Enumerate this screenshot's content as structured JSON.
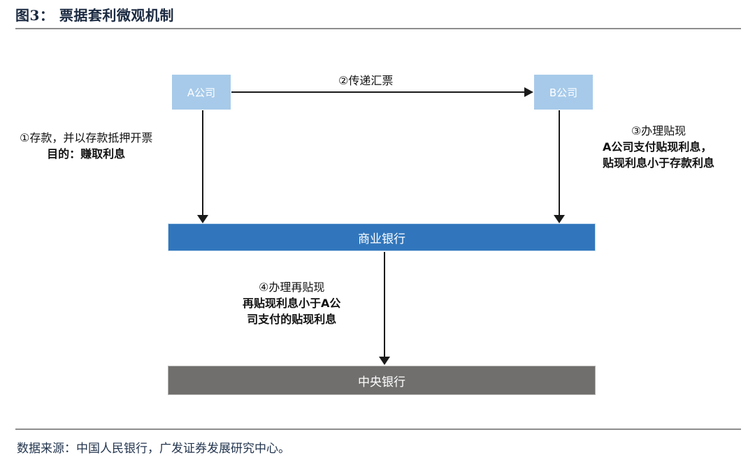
{
  "figure": {
    "title": "图3： 票据套利微观机制",
    "source": "数据来源：中国人民银行，广发证券发展研究中心。"
  },
  "colors": {
    "company_box": "#a7caea",
    "commercial_bank_bar": "#3176bc",
    "central_bank_bar": "#706f6e",
    "connector": "#1a1a1a",
    "title_text": "#1b2a41",
    "rule": "#8d8d8d"
  },
  "nodes": {
    "company_a": "A公司",
    "company_b": "B公司",
    "commercial_bank": "商业银行",
    "central_bank": "中央银行"
  },
  "annotations": {
    "step1": {
      "label": "①存款，并以存款抵押开票",
      "detail": "目的：赚取利息"
    },
    "step2": {
      "label": "②传递汇票"
    },
    "step3": {
      "label": "③办理贴现",
      "detail_line1": "A公司支付贴现利息，",
      "detail_line2": "贴现利息小于存款利息"
    },
    "step4": {
      "label": "④办理再贴现",
      "detail_line1": "再贴现利息小于A公",
      "detail_line2": "司支付的贴现利息"
    }
  }
}
